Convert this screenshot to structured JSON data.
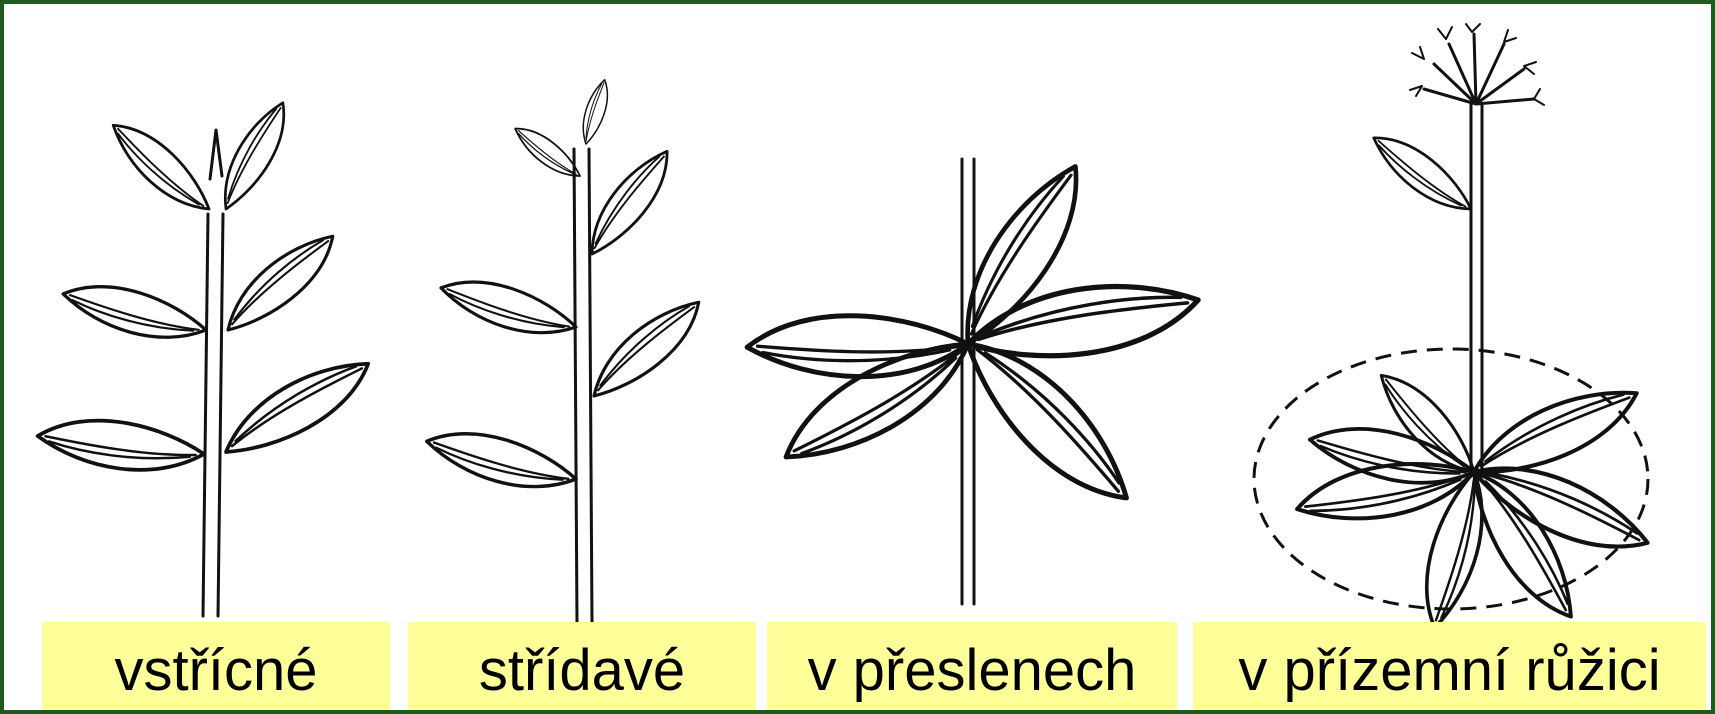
{
  "labels": {
    "opposite": "vstřícné",
    "alternate": "střídavé",
    "whorled": "v přeslenech",
    "rosette": "v přízemní růžici"
  },
  "colors": {
    "frame": "#1f5a1f",
    "background": "#ffffff",
    "label_background": "#ffff99",
    "ink": "#111111"
  }
}
